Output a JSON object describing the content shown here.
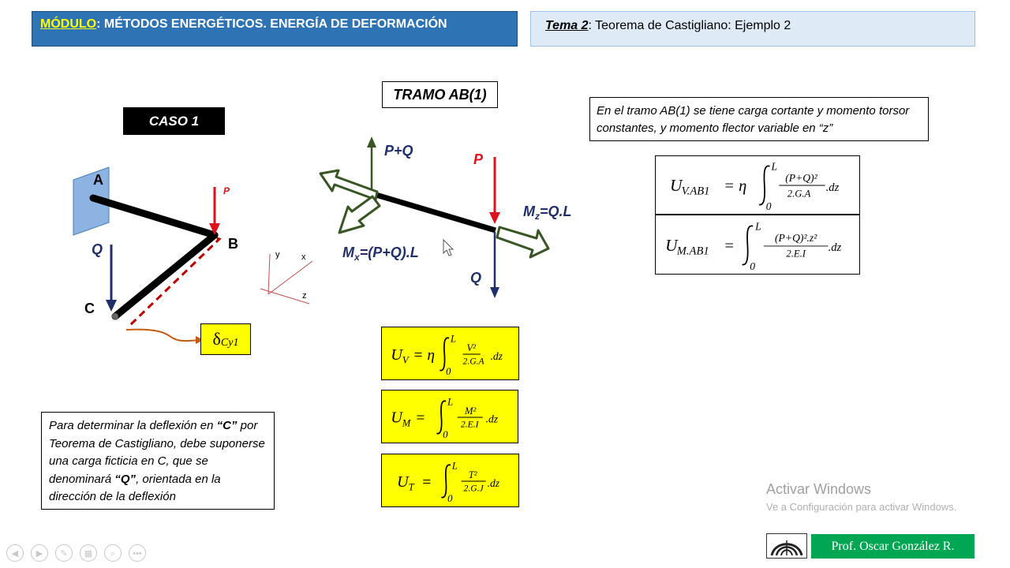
{
  "header": {
    "module_label": "MÓDULO",
    "module_title": ": MÉTODOS ENERGÉTICOS. ENERGÍA DE DEFORMACIÓN",
    "tema_label": "Tema 2",
    "tema_title": ": Teorema de Castigliano: Ejemplo 2"
  },
  "caso_label": "CASO 1",
  "tramo_label": "TRAMO AB(1)",
  "left_diagram": {
    "point_a": "A",
    "point_b": "B",
    "point_c": "C",
    "load_p": "P",
    "load_q": "Q",
    "axis_x": "x",
    "axis_y": "y",
    "axis_z": "z",
    "delta_symbol": "δ",
    "delta_sub": "Cy1"
  },
  "middle_diagram": {
    "p_plus_q": "P+Q",
    "load_p": "P",
    "load_q": "Q",
    "mz_m": "M",
    "mz_sub": "z",
    "mz_rest": "=Q.L",
    "mx_m": "M",
    "mx_sub": "x",
    "mx_rest": "=(P+Q).L"
  },
  "note_top": "En el tramo AB(1) se tiene carga cortante y momento torsor constantes, y momento flector variable en “z”",
  "note_bottom": {
    "line1_pre": "Para determinar la deflexión en ",
    "line1_c": "“C”",
    "line2": "por Teorema de Castigliano, debe suponerse una carga ficticia en C, que se denominará ",
    "line2_q": "“Q”",
    "line3": ", orientada en la dirección de la deflexión"
  },
  "formulas": {
    "uv": {
      "lhs": "U",
      "sub": "V",
      "eq": "= η",
      "upper": "L",
      "lower": "0",
      "num": "V²",
      "den": "2.G.A",
      "dz": ".dz"
    },
    "um": {
      "lhs": "U",
      "sub": "M",
      "eq": "=",
      "upper": "L",
      "lower": "0",
      "num": "M²",
      "den": "2.E.I",
      "dz": ".dz"
    },
    "ut": {
      "lhs": "U",
      "sub": "T",
      "eq": "=",
      "upper": "L",
      "lower": "0",
      "num": "T²",
      "den": "2.G.J",
      "dz": ".dz"
    },
    "uvab": {
      "lhs": "U",
      "sub": "V.AB1",
      "eq": "= η",
      "upper": "L",
      "lower": "0",
      "num": "(P+Q)²",
      "den": "2.G.A",
      "dz": ".dz"
    },
    "umab": {
      "lhs": "U",
      "sub": "M.AB1",
      "eq": "=",
      "upper": "L",
      "lower": "0",
      "num": "(P+Q)².z²",
      "den": "2.E.I",
      "dz": ".dz"
    }
  },
  "watermark": {
    "title": "Activar Windows",
    "subtitle": "Ve a Configuración para activar Windows."
  },
  "author": "Prof. Oscar González R.",
  "colors": {
    "header_blue": "#2e74b5",
    "header_light": "#deebf7",
    "formula_yellow": "#ffff00",
    "load_red": "#e0111b",
    "load_navy": "#1f2f6b",
    "moment_green": "#375623",
    "author_green": "#00a651"
  }
}
